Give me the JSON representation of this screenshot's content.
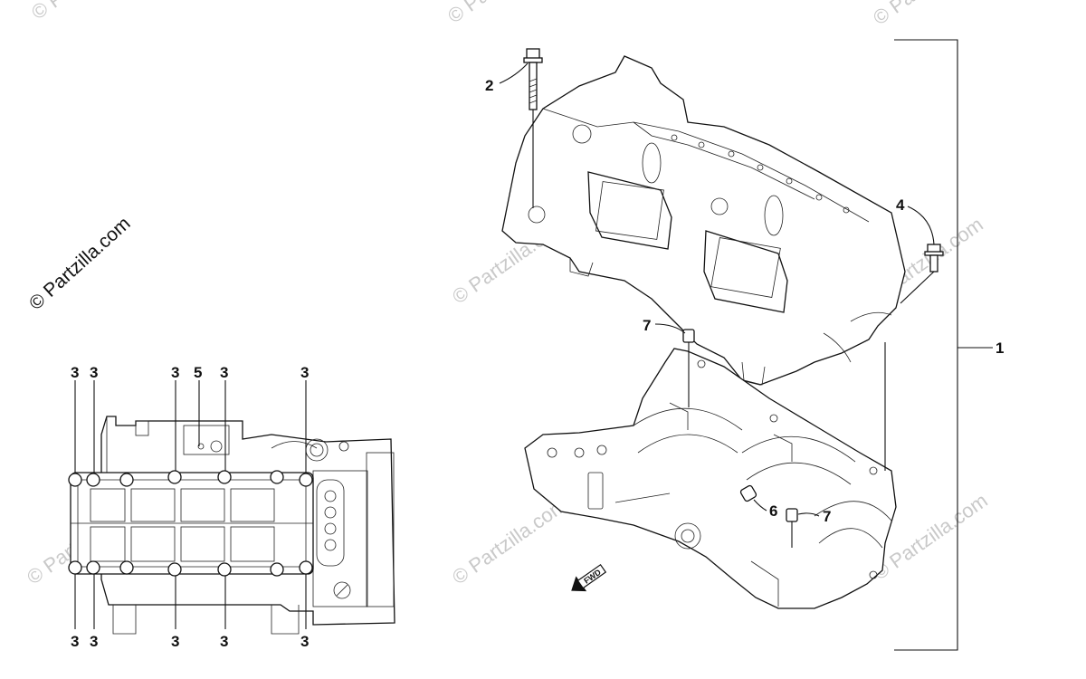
{
  "watermark": {
    "main": "© Partzilla.com",
    "faint": "© Partzilla.com"
  },
  "fwd_label": "FWD",
  "callouts": {
    "c1": "1",
    "c2": "2",
    "c3": "3",
    "c4": "4",
    "c5": "5",
    "c6": "6",
    "c7": "7"
  }
}
